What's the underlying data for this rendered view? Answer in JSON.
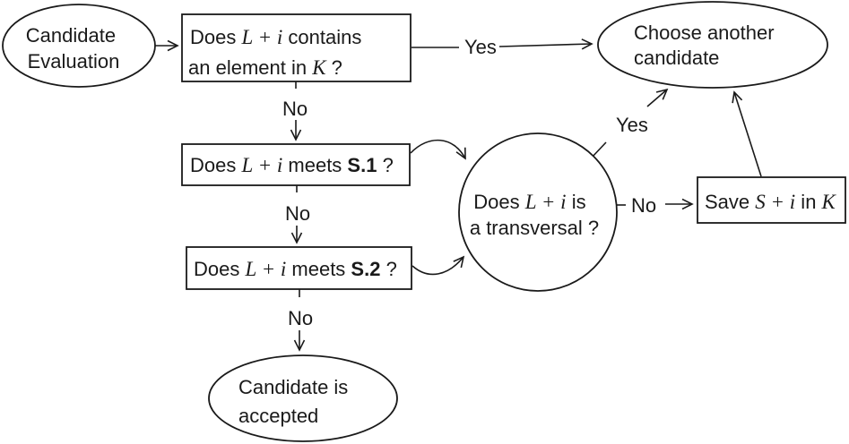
{
  "diagram": {
    "type": "flowchart",
    "background_color": "#ffffff",
    "ink_color": "#1a1a1a",
    "nodes": {
      "start": {
        "shape": "ellipse",
        "line1": "Candidate",
        "line2": "Evaluation"
      },
      "contains_check": {
        "shape": "rect",
        "l1_pre": "Does ",
        "l1_math": "L + i",
        "l1_post": " contains",
        "l2_pre": "an element in ",
        "l2_math": "K",
        "l2_post": " ?"
      },
      "choose_another": {
        "shape": "ellipse",
        "line1": "Choose another",
        "line2": "candidate"
      },
      "s1_check": {
        "shape": "rect",
        "pre": "Does ",
        "math": "L + i",
        "mid": " meets ",
        "bold": "S.1",
        "post": " ?"
      },
      "s2_check": {
        "shape": "rect",
        "pre": "Does ",
        "math": "L + i",
        "mid": " meets ",
        "bold": "S.2",
        "post": " ?"
      },
      "transversal_check": {
        "shape": "circle",
        "l1_pre": "Does ",
        "l1_math": "L + i",
        "l1_post": " is",
        "line2": "a transversal ?"
      },
      "save": {
        "shape": "rect",
        "pre": "Save ",
        "math1": "S + i",
        "mid": " in ",
        "math2": "K"
      },
      "accepted": {
        "shape": "ellipse",
        "line1": "Candidate is",
        "line2": "accepted"
      }
    },
    "edge_labels": {
      "contains_yes": "Yes",
      "contains_no": "No",
      "s1_no": "No",
      "s2_no": "No",
      "transversal_yes": "Yes",
      "transversal_no": "No"
    }
  }
}
